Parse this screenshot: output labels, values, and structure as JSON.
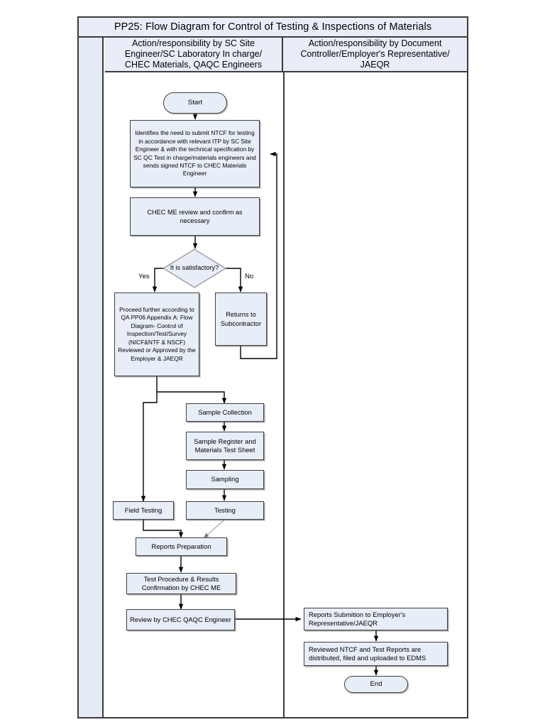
{
  "document": {
    "title": "PP25: Flow Diagram for Control of Testing & Inspections of Materials"
  },
  "lanes": [
    {
      "id": "left",
      "header": "Action/responsibility by SC Site Engineer/SC Laboratory In charge/ CHEC Materials, QAQC Engineers"
    },
    {
      "id": "right",
      "header": "Action/responsibility by Document Controller/Employer's Representative/ JAEQR"
    }
  ],
  "lane_headers": {
    "left_line1": "Action/responsibility by SC Site",
    "left_line2": "Engineer/SC Laboratory In charge/",
    "left_line3": "CHEC Materials, QAQC Engineers",
    "right_line1": "Action/responsibility by Document",
    "right_line2": "Controller/Employer's Representative/",
    "right_line3": "JAEQR"
  },
  "nodes": {
    "start": "Start",
    "identify": "Identifies the need to submit NTCF for testing in accordance with relevant ITP by SC Site Engineer & with the technical specification by SC QC Test in charge/materials engineers and sends signed NTCF to CHEC Materials Engineer",
    "chec_me_review": "CHEC ME review and confirm as necessary",
    "decision": "It is satisfactory?",
    "proceed": "Proceed further according to QA PP06 Appendix A: Flow Diagram- Control of Inspection/Test/Survey (NICF&NTF & NSCF) Reviewed or Approved by the Employer & JAEQR",
    "returns": "Returns to Subcontractor",
    "sample_collection": "Sample Collection",
    "sample_register": "Sample Register and Materials Test Sheet",
    "sampling": "Sampling",
    "field_testing": "Field Testing",
    "testing": "Testing",
    "reports_preparation": "Reports Preparation",
    "test_procedure": "Test Procedure & Results Confirmation by CHEC ME",
    "review_qaqc": "Review by CHEC QAQC Engineer",
    "reports_submission": "Reports Submition to Employer's Representative/JAEQR",
    "reviewed_ntcf": "Reviewed NTCF and Test Reports are distributed, filed and uploaded to EDMS",
    "end": "End"
  },
  "branch_labels": {
    "yes": "Yes",
    "no": "No"
  },
  "colors": {
    "node_fill": "#e8eef8",
    "node_stroke": "#3f3f3f",
    "header_fill": "#e8edf7",
    "margin_fill": "#e4eaf6",
    "frame_stroke": "#3b3b3b",
    "connector": "#000000",
    "diagonal_connector": "#9a9a9a"
  }
}
